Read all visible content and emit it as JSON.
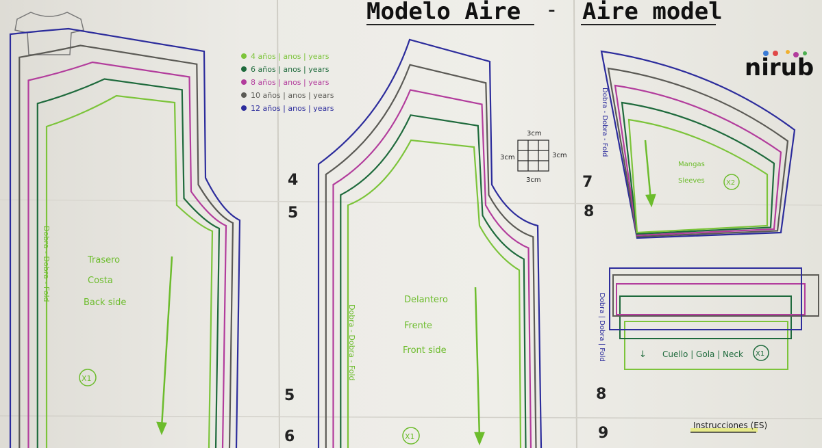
{
  "title": {
    "left": "Modelo Aire",
    "dash": "-",
    "right": "Aire model"
  },
  "logo": "nirub",
  "legend": [
    {
      "label": "4 años | anos | years",
      "color": "#7cc43a"
    },
    {
      "label": "6 años | anos | years",
      "color": "#1e6a3c"
    },
    {
      "label": "8 años | anos | years",
      "color": "#b23c9c"
    },
    {
      "label": "10 años | anos | years",
      "color": "#5b5a55"
    },
    {
      "label": "12 años | anos | years",
      "color": "#2c2c9c"
    }
  ],
  "back_piece": {
    "fold": "Dobra - Dobra - Fold",
    "lines": [
      "Trasero",
      "Costa",
      "Back side"
    ],
    "count": "X1"
  },
  "front_piece": {
    "fold": "Dobra - Dobra - Fold",
    "lines": [
      "Delantero",
      "Frente",
      "Front side"
    ],
    "count": "X1"
  },
  "sleeve_piece": {
    "fold": "Dobra - Dobra - Fold",
    "lines": [
      "Mangas",
      "Sleeves"
    ],
    "count": "X2"
  },
  "collar_piece": {
    "fold": "Dobra | Dobra | Fold",
    "label": "Cuello | Gola | Neck",
    "count": "X1"
  },
  "scale": {
    "top": "3cm",
    "left": "3cm",
    "right": "3cm",
    "bottom": "3cm"
  },
  "page_numbers": [
    "4",
    "5",
    "5",
    "6",
    "7",
    "8",
    "8",
    "9"
  ],
  "instructions": {
    "heading": "Instrucciones (ES)"
  }
}
